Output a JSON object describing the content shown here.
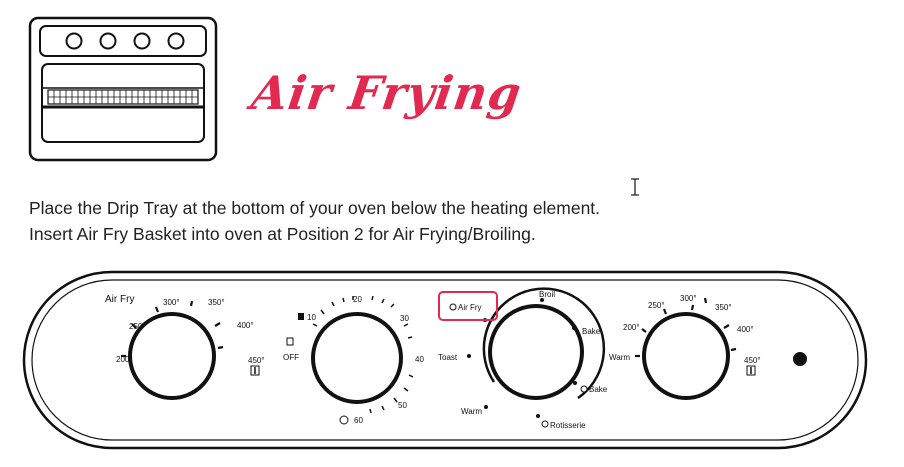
{
  "heading": "Air Frying",
  "instructions": [
    "Place the Drip Tray at the bottom of your oven below the heating element.",
    "Insert Air Fry Basket into oven at Position 2 for Air Frying/Broiling."
  ],
  "panel": {
    "temp_dial_1": {
      "label": "Air Fry",
      "ticks": [
        "200°",
        "250°",
        "300°",
        "350°",
        "400°",
        "450°"
      ]
    },
    "timer_dial": {
      "off": "OFF",
      "ticks": [
        "10",
        "20",
        "30",
        "40",
        "50",
        "60"
      ]
    },
    "function_dial": {
      "selected": "Air Fry",
      "options": [
        "Air Fry",
        "Broil",
        "Bake",
        "Bake",
        "Rotisserie",
        "Warm",
        "Toast"
      ]
    },
    "temp_dial_2": {
      "ticks": [
        "Warm",
        "200°",
        "250°",
        "300°",
        "350°",
        "400°",
        "450°"
      ]
    },
    "highlight_color": "#e2294f"
  },
  "icons": [
    "oven-icon",
    "text-cursor-icon",
    "power-light-icon"
  ]
}
